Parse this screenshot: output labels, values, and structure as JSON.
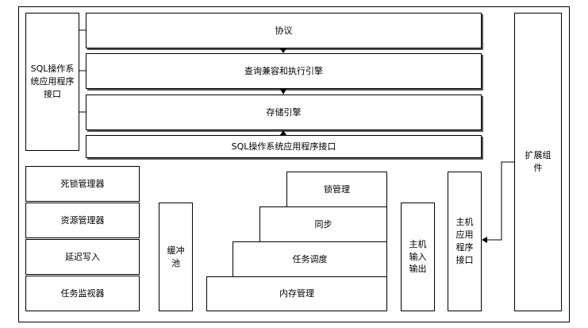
{
  "left_interface": {
    "label": "SQL操作系统应用程序接口"
  },
  "stack": {
    "protocol": "协议",
    "query_engine": "查询兼容和执行引擎",
    "storage_engine": "存储引擎",
    "sqlos_api": "SQL操作系统应用程序接口"
  },
  "extension": {
    "label": "扩展组件"
  },
  "managers": {
    "deadlock": "死锁管理器",
    "resource": "资源管理器",
    "lazy_write": "延迟写入",
    "task_monitor": "任务监视器"
  },
  "buffer_pool": {
    "label": "缓冲池"
  },
  "steps": {
    "lock_mgmt": "锁管理",
    "sync": "同步",
    "scheduling": "任务调度",
    "memory": "内存管理"
  },
  "host_io": {
    "label": "主机输入输出"
  },
  "host_api": {
    "label": "主机应用程序接口"
  }
}
